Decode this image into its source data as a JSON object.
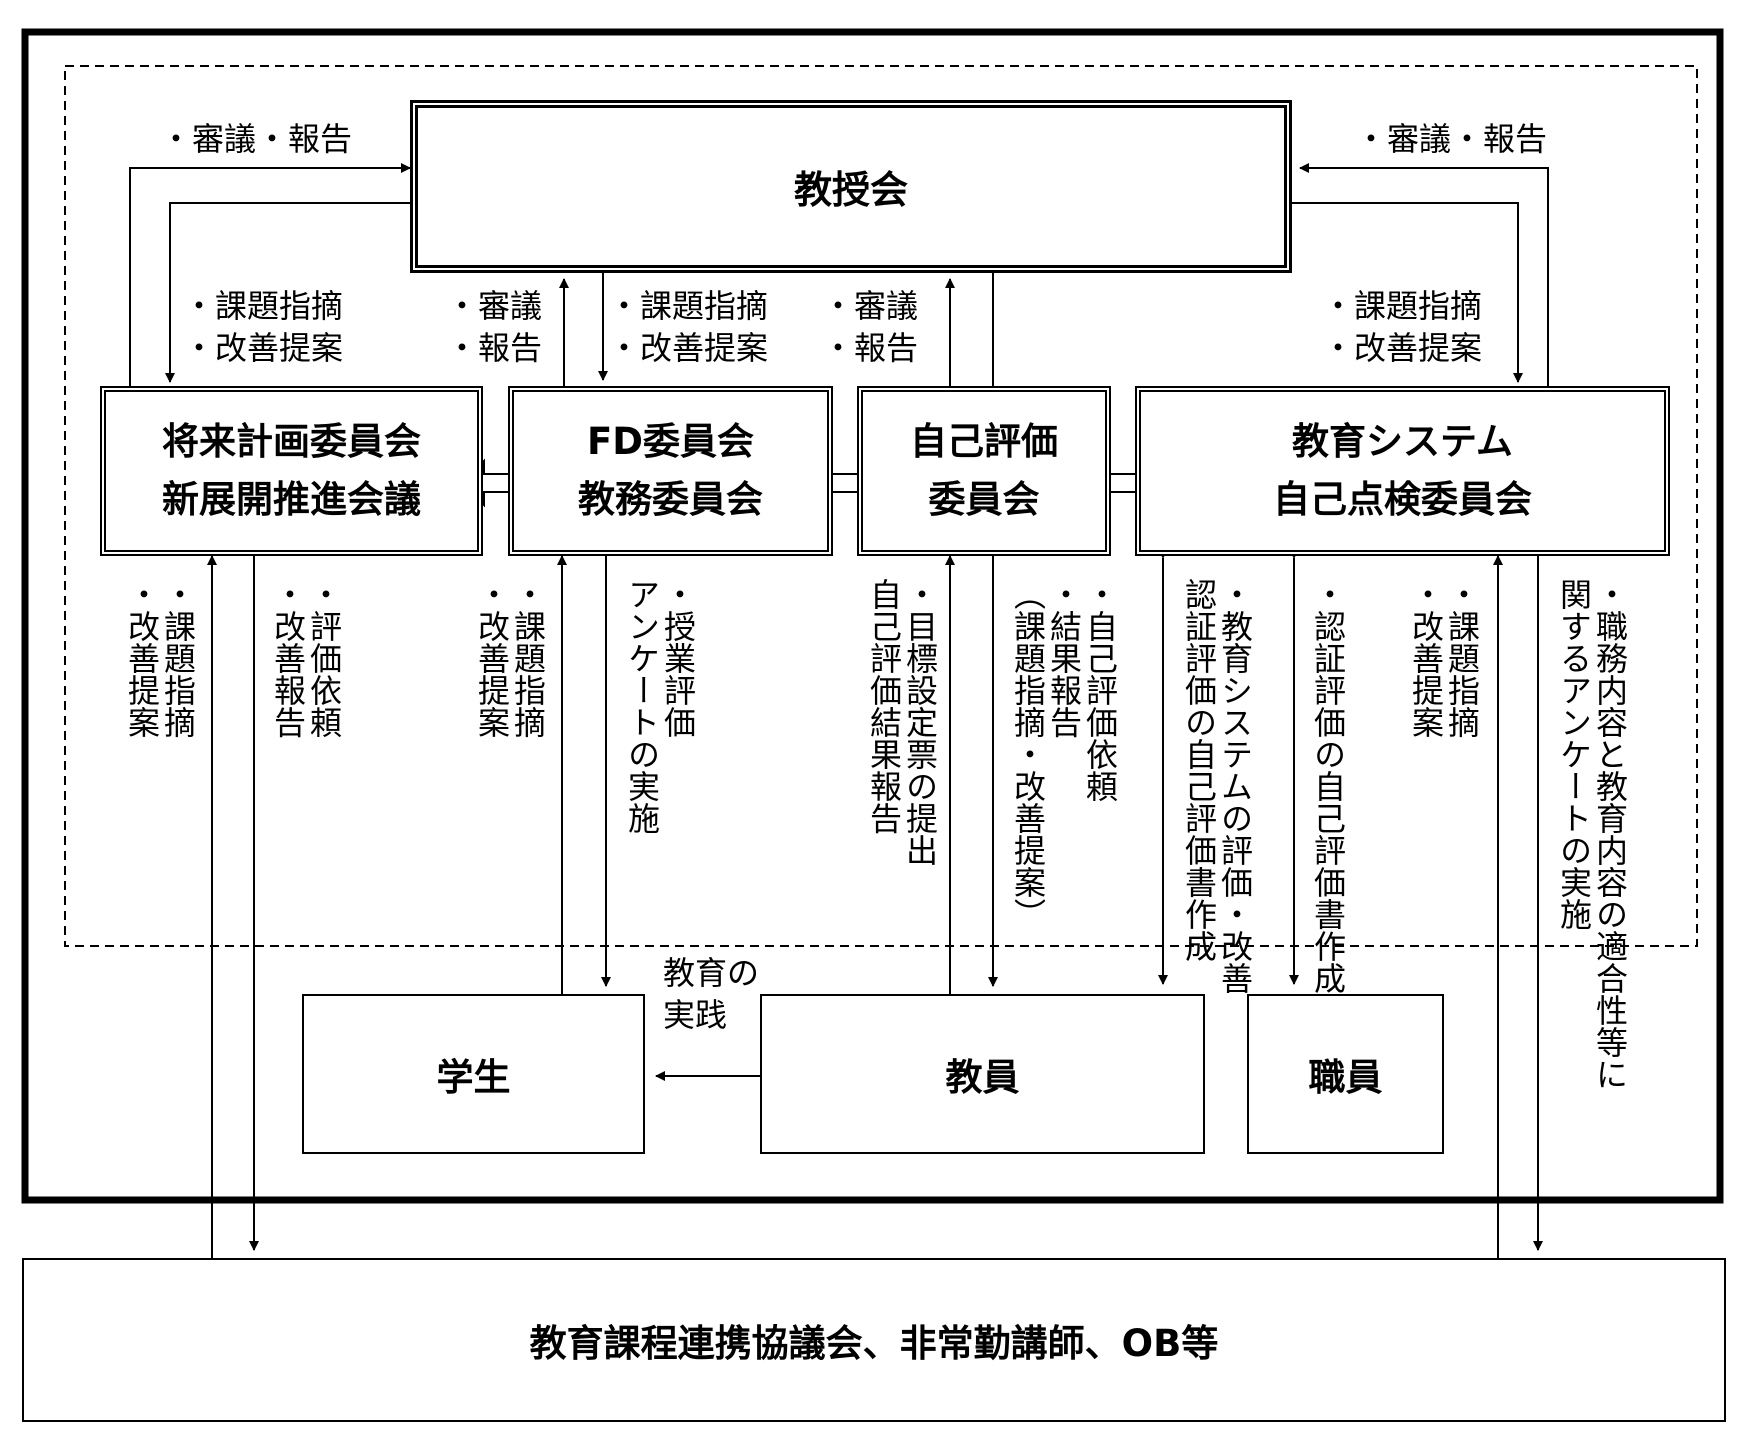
{
  "boxes": {
    "faculty_council": "教授会",
    "future_planning": [
      "将来計画委員会",
      "新展開推進会議"
    ],
    "fd_committee": [
      "FD委員会",
      "教務委員会"
    ],
    "self_evaluation": [
      "自己評価",
      "委員会"
    ],
    "education_system": [
      "教育システム",
      "自己点検委員会"
    ],
    "students": "学生",
    "faculty": "教員",
    "staff": "職員",
    "external": "教育課程連携協議会、非常勤講師、OB等"
  },
  "labels": {
    "deliberate_report_left": "・審議・報告",
    "deliberate_report_right": "・審議・報告",
    "issues_left": [
      "・課題指摘",
      "・改善提案"
    ],
    "deliberate_mid1": [
      "・審議",
      "・報告"
    ],
    "issues_mid": [
      "・課題指摘",
      "・改善提案"
    ],
    "deliberate_mid2": [
      "・審議",
      "・報告"
    ],
    "issues_right": [
      "・課題指摘",
      "・改善提案"
    ],
    "education_practice": [
      "教育の",
      "実践"
    ]
  },
  "vertical_labels": {
    "v1": [
      "・課題指摘",
      "・改善提案"
    ],
    "v2": [
      "・評価依頼",
      "・改善報告"
    ],
    "v3": [
      "・課題指摘",
      "・改善提案"
    ],
    "v4": [
      "・授業評価",
      "アンケートの実施"
    ],
    "v5": [
      "・目標設定票の提出",
      "自己評価結果報告"
    ],
    "v6": [
      "・自己評価依頼",
      "・結果報告",
      "（課題指摘・改善提案）"
    ],
    "v7": [
      "・教育システムの評価・改善",
      "認証評価の自己評価書作成"
    ],
    "v8": [
      "・認証評価の自己評価書作成"
    ],
    "v9": [
      "・課題指摘",
      "・改善提案"
    ],
    "v10": [
      "・職務内容と教育内容の適合性等に",
      "関するアンケートの実施"
    ]
  }
}
